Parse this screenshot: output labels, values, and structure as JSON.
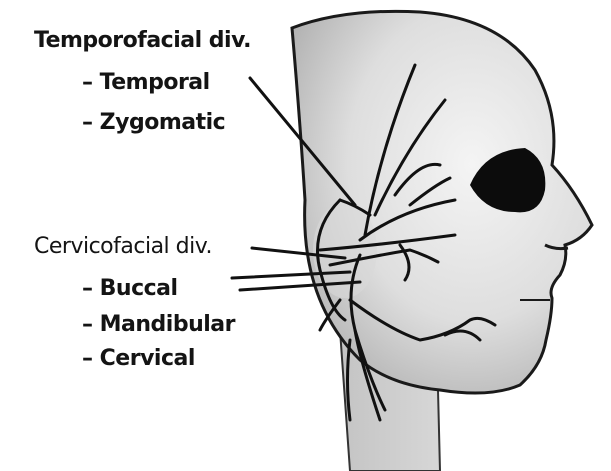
{
  "labels": {
    "temporofacial": {
      "title": "Temporofacial div.",
      "branches": [
        "– Temporal",
        "– Zygomatic"
      ]
    },
    "cervicofacial": {
      "title": "Cervicofacial div.",
      "branches": [
        "– Buccal",
        "– Mandibular",
        "– Cervical"
      ]
    }
  },
  "colors": {
    "background": "#ffffff",
    "head_light": "#f2f2f2",
    "head_dark": "#b8b8b8",
    "nerve": "#111111",
    "text": "#141414"
  }
}
